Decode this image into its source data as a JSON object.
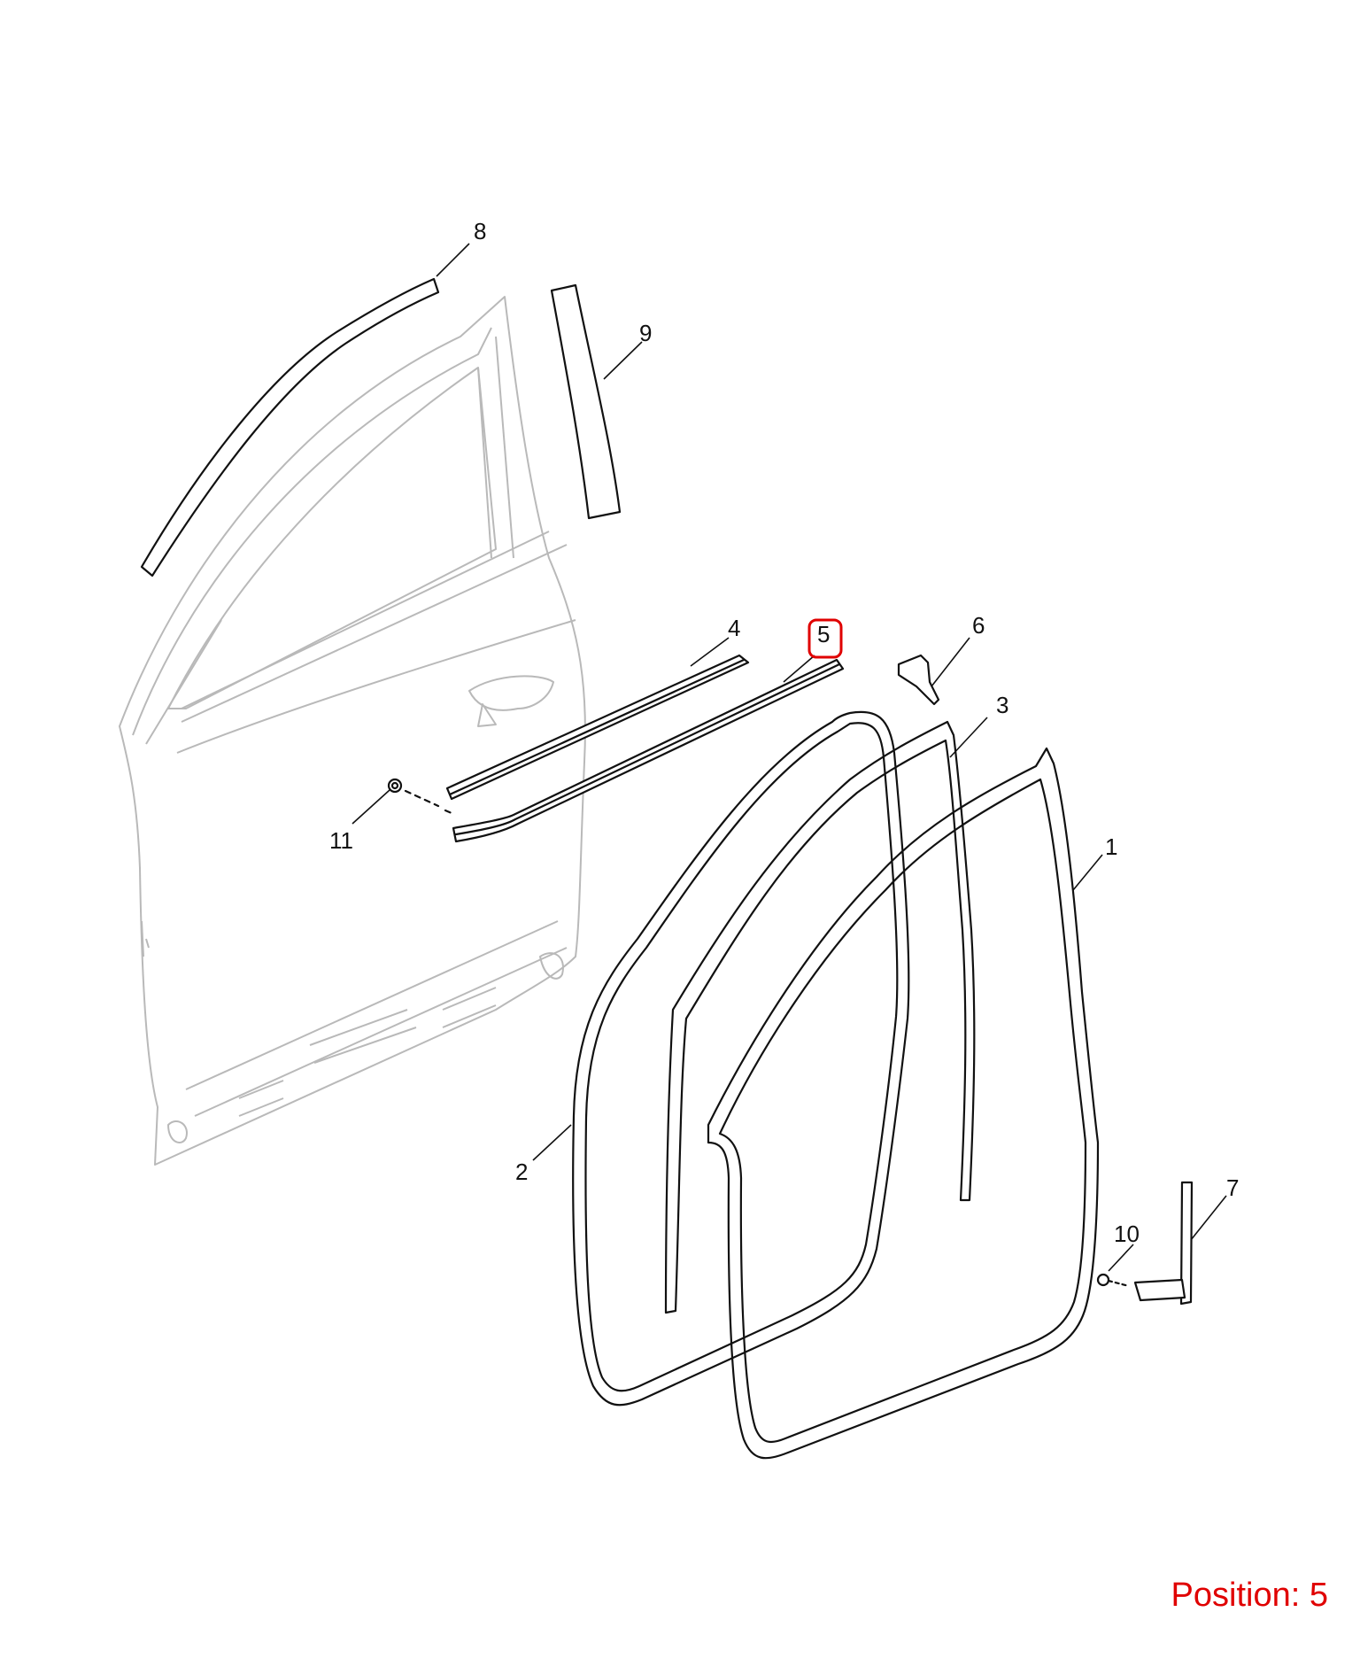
{
  "callouts": [
    {
      "id": "1",
      "label": "1"
    },
    {
      "id": "2",
      "label": "2"
    },
    {
      "id": "3",
      "label": "3"
    },
    {
      "id": "4",
      "label": "4"
    },
    {
      "id": "5",
      "label": "5"
    },
    {
      "id": "6",
      "label": "6"
    },
    {
      "id": "7",
      "label": "7"
    },
    {
      "id": "8",
      "label": "8"
    },
    {
      "id": "9",
      "label": "9"
    },
    {
      "id": "10",
      "label": "10"
    },
    {
      "id": "11",
      "label": "11"
    }
  ],
  "position": {
    "text": "Position: 5",
    "selected": "5"
  },
  "colors": {
    "highlight": "#e00000",
    "line": "#111111",
    "door": "#b9b9b9"
  }
}
